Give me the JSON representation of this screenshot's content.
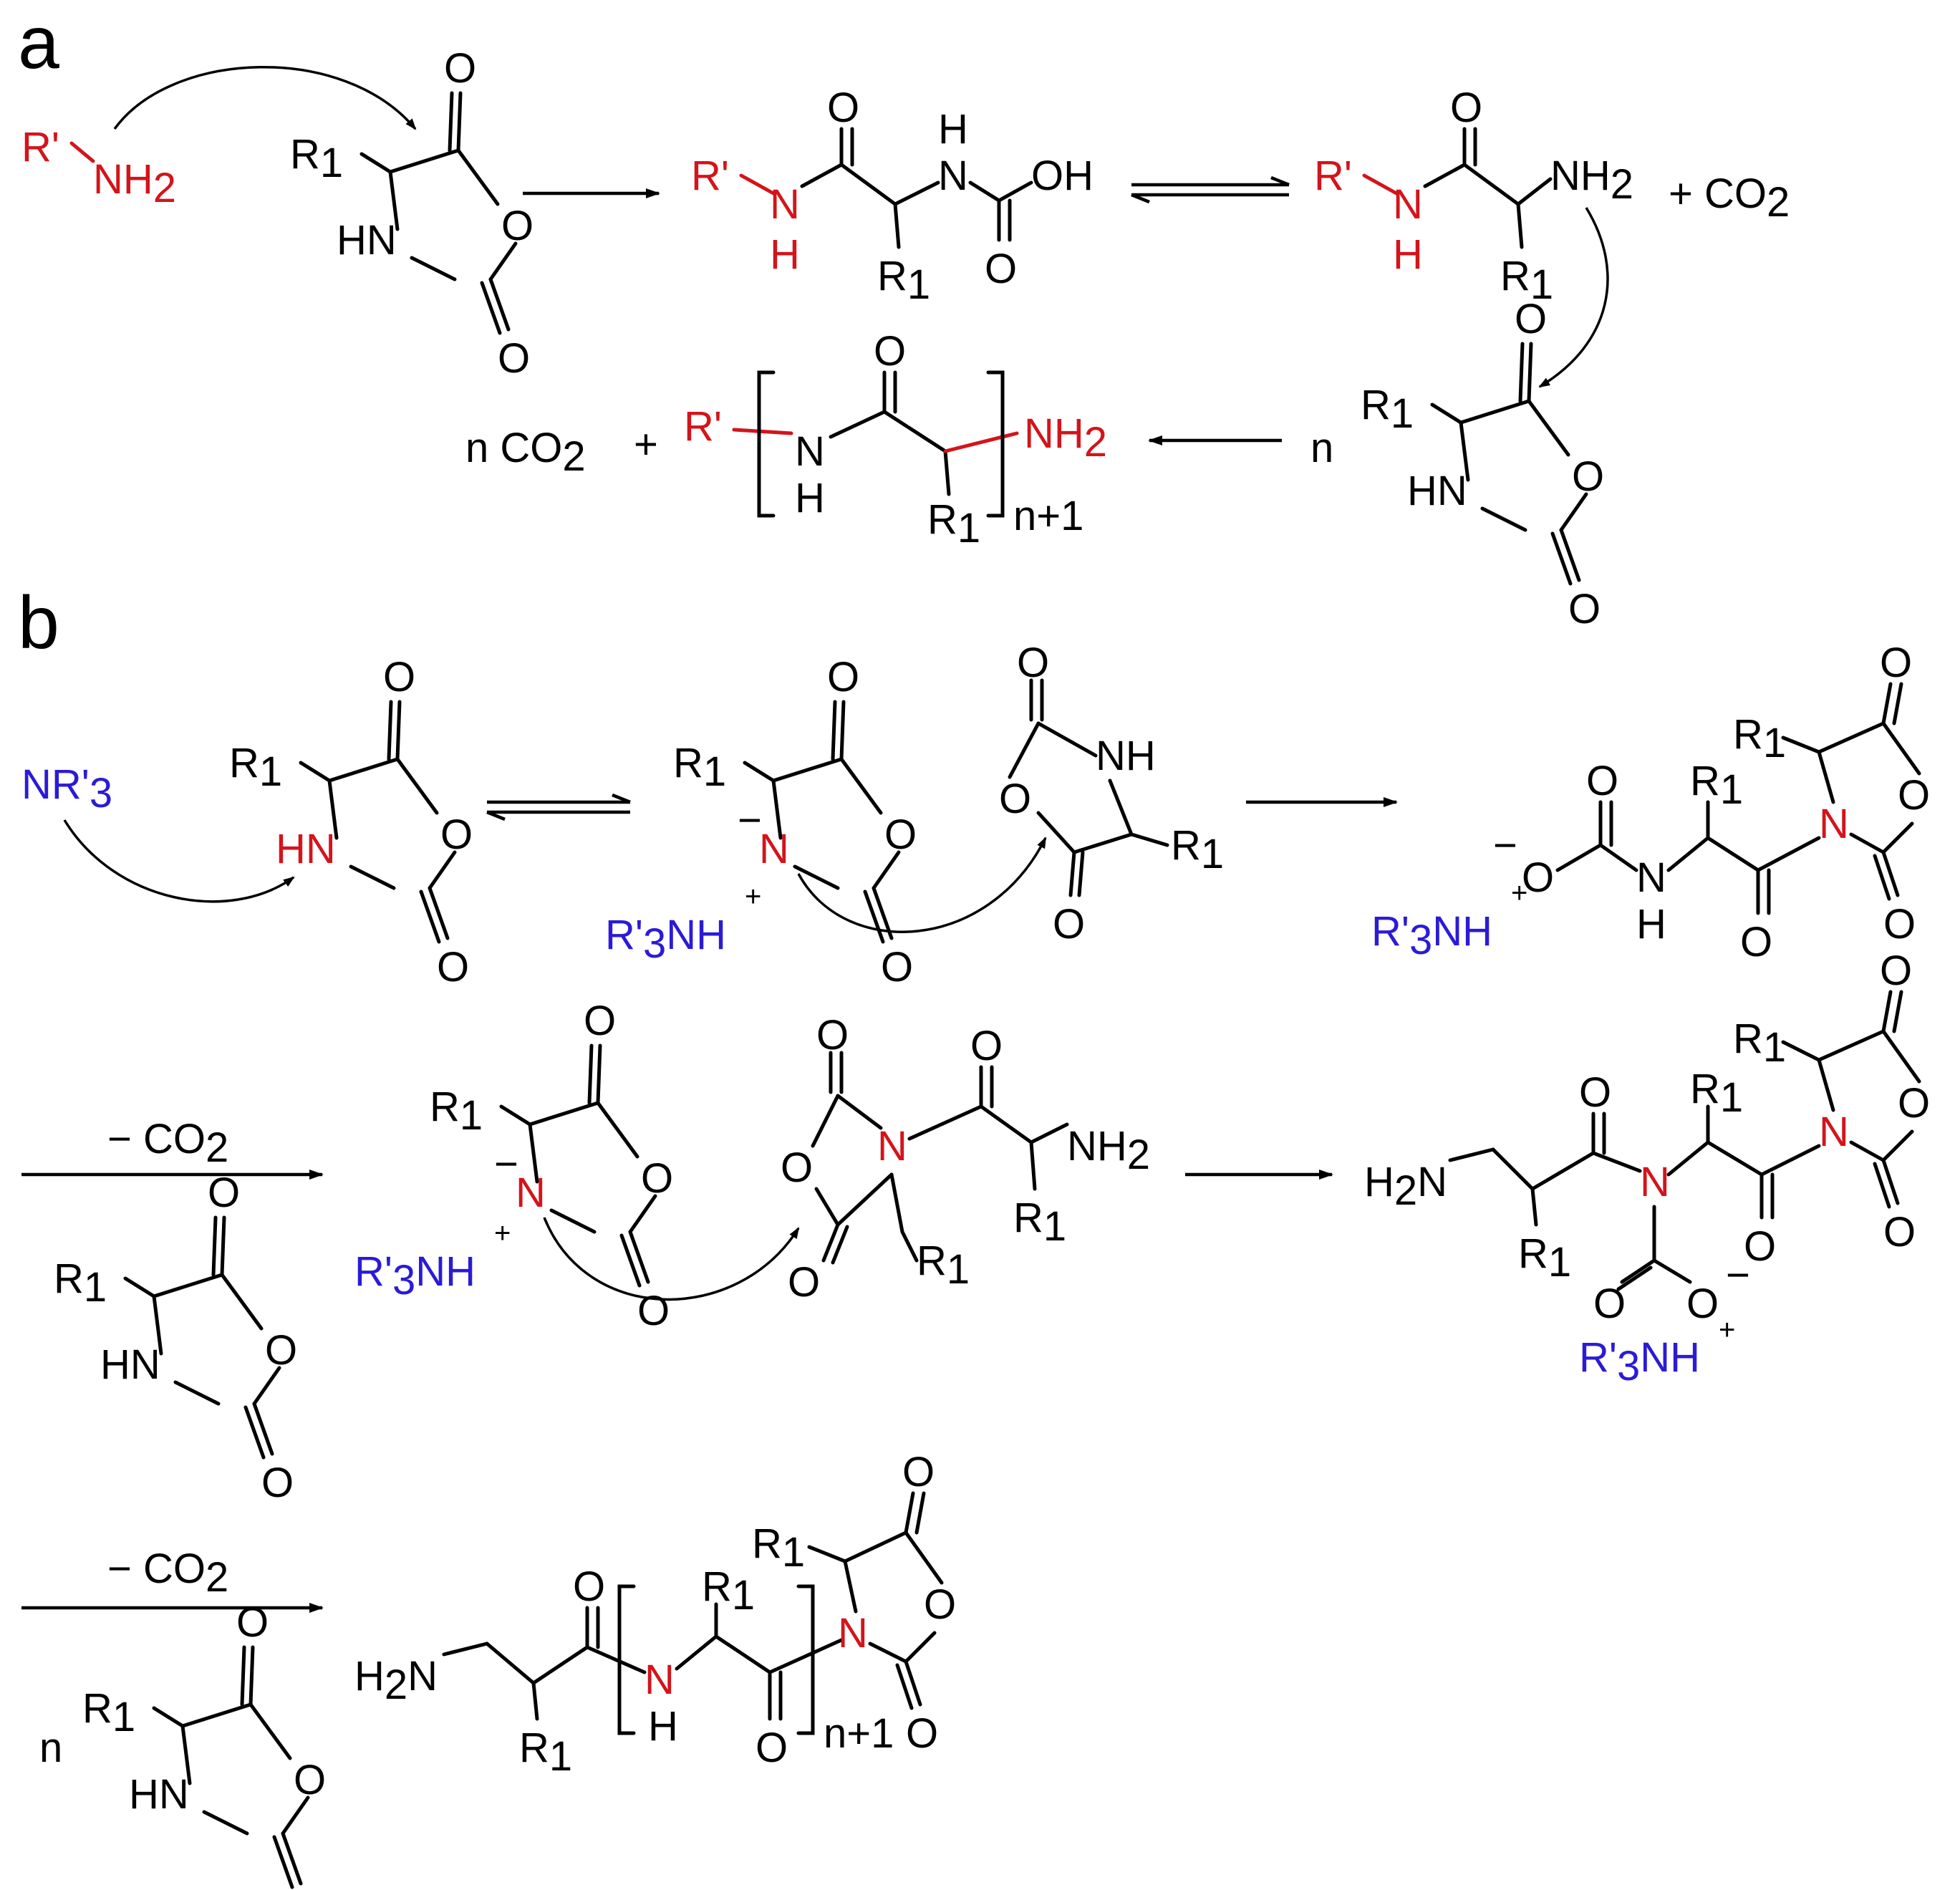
{
  "panels": {
    "a": "a",
    "b": "b"
  },
  "atoms": {
    "O": "O",
    "OH": "OH",
    "N": "N",
    "H": "H",
    "HN": "HN",
    "R1": "R",
    "R1_sub": "1",
    "Rprime": "R'",
    "NH": "NH",
    "NH2": "NH",
    "H2N": "H",
    "sub2": "2",
    "NR3": "NR'",
    "sub3": "3",
    "R3": "R'",
    "NH_cation": "NH",
    "plus": "+",
    "minus": "−"
  },
  "text": {
    "plus_co2": "+ CO",
    "n_co2": "n CO",
    "plus": "+",
    "n": "n",
    "n_plus_1": "n+1",
    "minus_co2": "− CO"
  },
  "colors": {
    "initiator": "#d3141b",
    "base": "#2b1bd6",
    "default": "#000000"
  }
}
